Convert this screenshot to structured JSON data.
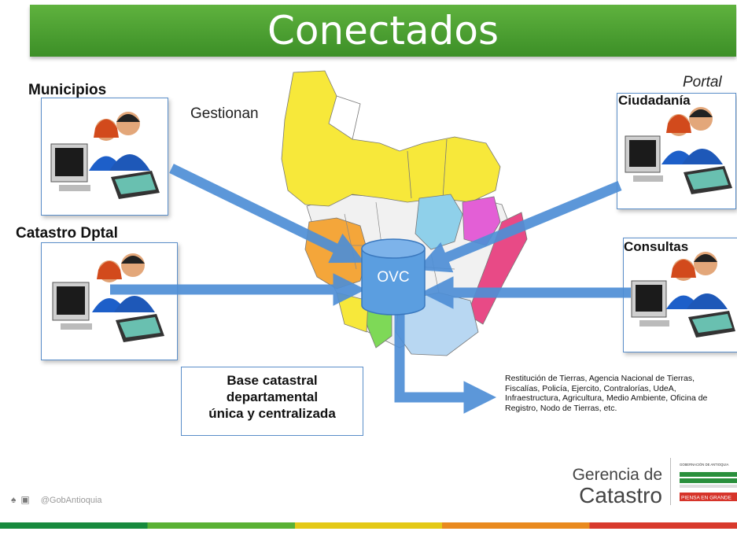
{
  "header": {
    "title": "Conectados"
  },
  "labels": {
    "municipios": "Municipios",
    "gestionan": "Gestionan",
    "catastro_dptal": "Catastro Dptal",
    "portal": "Portal",
    "ciudadania": "Ciudadanía",
    "consultas": "Consultas"
  },
  "center": {
    "ovc": "OVC"
  },
  "base_box": {
    "line1": "Base catastral",
    "line2": "departamental",
    "line3": "única y centralizada"
  },
  "entities": {
    "line1": "Restitución  de Tierras, Agencia Nacional de Tierras,",
    "line2": "Fiscalías, Policía, Ejercito, Contralorías, UdeA,",
    "line3": "Infraestructura, Agricultura, Medio Ambiente, Oficina de",
    "line4": "Registro,  Nodo de Tierras, etc."
  },
  "footer": {
    "gerencia_line1": "Gerencia de",
    "gerencia_line2": "Catastro",
    "gov_top": "GOBERNACIÓN DE ANTIOQUIA",
    "gov_slogan": "PIENSA EN GRANDE",
    "social_handle": "@GobAntioquia",
    "social_icons": [
      "twitter-icon",
      "instagram-icon"
    ]
  },
  "colors": {
    "banner_green": "#4ea534",
    "arrow_blue": "#4f8fd6",
    "cylinder_blue": "#5b9ee0",
    "bottom_bar": [
      "#178a3d",
      "#5ab134",
      "#e4c916",
      "#e98a1e",
      "#d83a2c"
    ]
  }
}
